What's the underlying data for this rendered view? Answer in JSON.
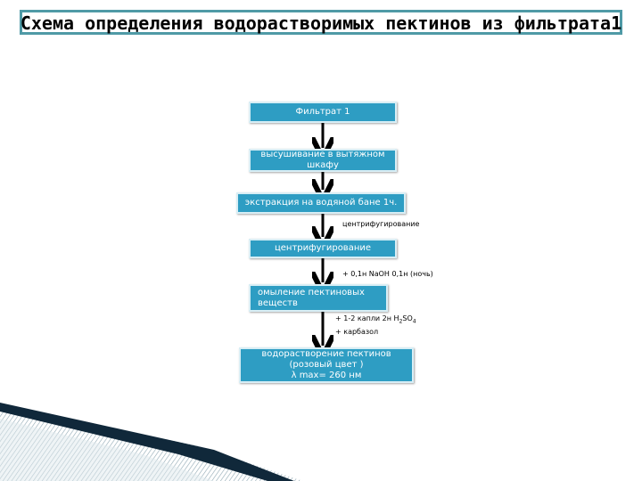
{
  "title": "Схема определения водорастворимых пектинов из фильтрата1",
  "steps": [
    "Фильтрат 1",
    "высушивание в вытяжном шкафу",
    "экстракция на водяной бане 1ч.",
    "центрифугирование",
    "омыление пектиновых веществ",
    "водорастворение пектинов\n(розовый цвет )\nλ max= 260 нм"
  ],
  "annotations": {
    "centrifuge": "центрифугирование",
    "naoh": "+ 0,1н NaOH  0,1н (ночь)",
    "h2so4_prefix": "+ 1-2 капли 2н H",
    "h2so4_sub1": "2",
    "h2so4_mid": "SO",
    "h2so4_sub2": "4",
    "carbazole": "+ карбазол"
  },
  "colors": {
    "box": "#2e9dc3",
    "title_border": "#4f9aa6",
    "arrow": "#000000"
  }
}
